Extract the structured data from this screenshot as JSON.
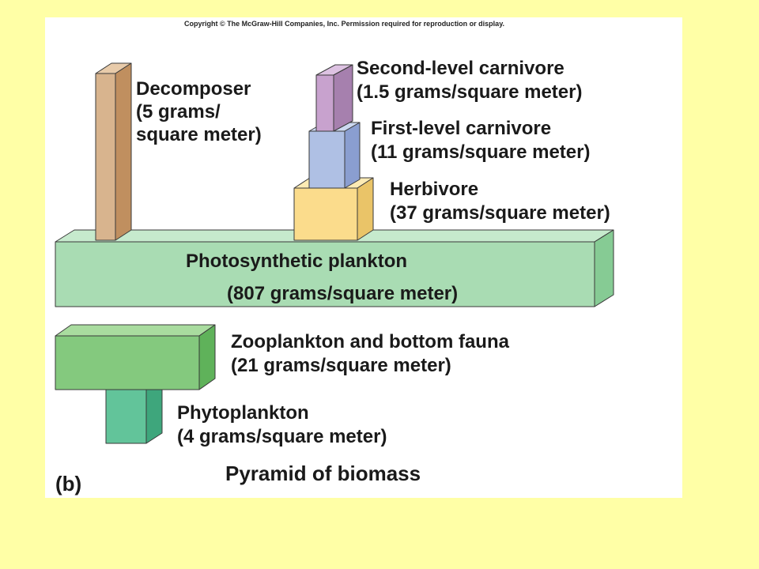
{
  "copyright": "Copyright © The McGraw-Hill Companies, Inc. Permission required for reproduction or display.",
  "panel_letter": "(b)",
  "title": "Pyramid of biomass",
  "levels": {
    "decomposer": {
      "name": "Decomposer",
      "line2": "(5 grams/",
      "line3": "square meter)",
      "value": 5,
      "color": "#D8B48E"
    },
    "second_carnivore": {
      "name": "Second-level carnivore",
      "amount": "(1.5 grams/square meter)",
      "value": 1.5,
      "color": "#C8A2CE"
    },
    "first_carnivore": {
      "name": "First-level carnivore",
      "amount": "(11 grams/square meter)",
      "value": 11,
      "color": "#AFC0E4"
    },
    "herbivore": {
      "name": "Herbivore",
      "amount": "(37 grams/square meter)",
      "value": 37,
      "color": "#FBDC8C"
    },
    "photosynthetic": {
      "name": "Photosynthetic plankton",
      "amount": "(807 grams/square meter)",
      "value": 807,
      "color": "#A9DCB3"
    },
    "zooplankton": {
      "name": "Zooplankton and bottom fauna",
      "amount": "(21 grams/square meter)",
      "value": 21,
      "color": "#84C97E"
    },
    "phytoplankton": {
      "name": "Phytoplankton",
      "amount": "(4 grams/square meter)",
      "value": 4,
      "color": "#62C49A"
    }
  }
}
